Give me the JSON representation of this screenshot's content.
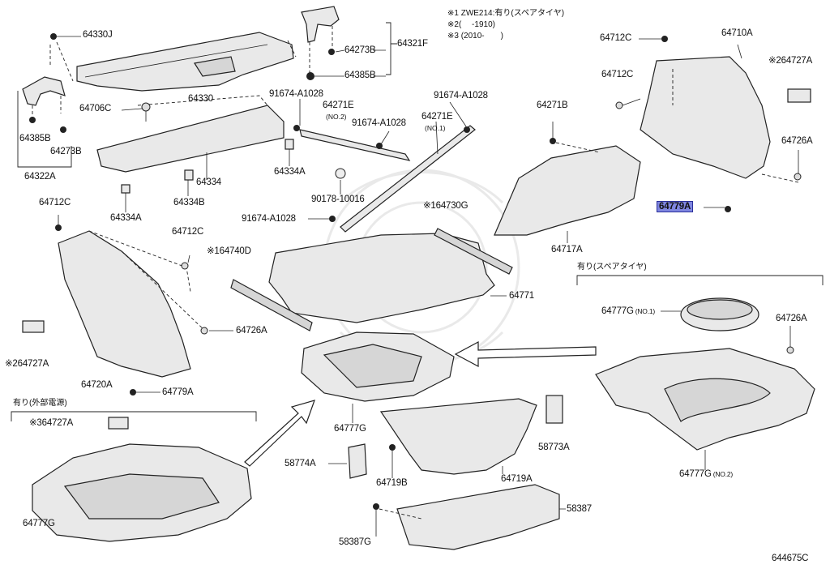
{
  "notes": {
    "n1": "※1 ZWE214:有り(スペアタイヤ)",
    "n2": "※2(　 -1910)",
    "n3": "※3 (2010-　　)"
  },
  "groups": {
    "spare": "有り(スペアタイヤ)",
    "external": "有り(外部電源)"
  },
  "labels": {
    "l64330J": "64330J",
    "l64330": "64330",
    "l64273B_top": "64273B",
    "l64321F": "64321F",
    "l64385B_top": "64385B",
    "l64706C": "64706C",
    "l64385B_left": "64385B",
    "l64273B_left": "64273B",
    "l64322A": "64322A",
    "l64334": "64334",
    "l64334A_a": "64334A",
    "l64334B": "64334B",
    "l64334A_b": "64334A",
    "l91674_a": "91674-A1028",
    "l64271E_2": "64271E",
    "l64271E_1": "64271E",
    "l91674_b": "91674-A1028",
    "l91674_c": "91674-A1028",
    "l90178": "90178-10016",
    "l91674_d": "91674-A1028",
    "l64730G": "※164730G",
    "l64740D": "※164740D",
    "l64771": "64771",
    "l64712C_left": "64712C",
    "l64712C_mid": "64712C",
    "l64726A_left": "64726A",
    "l64727A_left": "※264727A",
    "l64720A": "64720A",
    "l64779A_left": "64779A",
    "l64727A_ext": "※364727A",
    "l64777G_ext": "64777G",
    "l64777G_center": "64777G",
    "l58774A": "58774A",
    "l64719B": "64719B",
    "l64719A": "64719A",
    "l58773A": "58773A",
    "l58387": "58387",
    "l58387G": "58387G",
    "l64271B": "64271B",
    "l64717A": "64717A",
    "l64712C_r1": "64712C",
    "l64712C_r2": "64712C",
    "l64710A": "64710A",
    "l64727A_right": "※264727A",
    "l64726A_right": "64726A",
    "l64779A_right": "64779A",
    "l64777G_no1": "64777G",
    "l64726A_spare": "64726A",
    "l64777G_no2": "64777G",
    "l_diagram_id": "644675C"
  },
  "sublabels": {
    "no2": "(NO.2)",
    "no1": "(NO.1)",
    "g_no1": "(NO.1)",
    "g_no2": "(NO.2)"
  },
  "colors": {
    "highlight_fill": "#7f86e0",
    "highlight_border": "#2a2f9a"
  }
}
